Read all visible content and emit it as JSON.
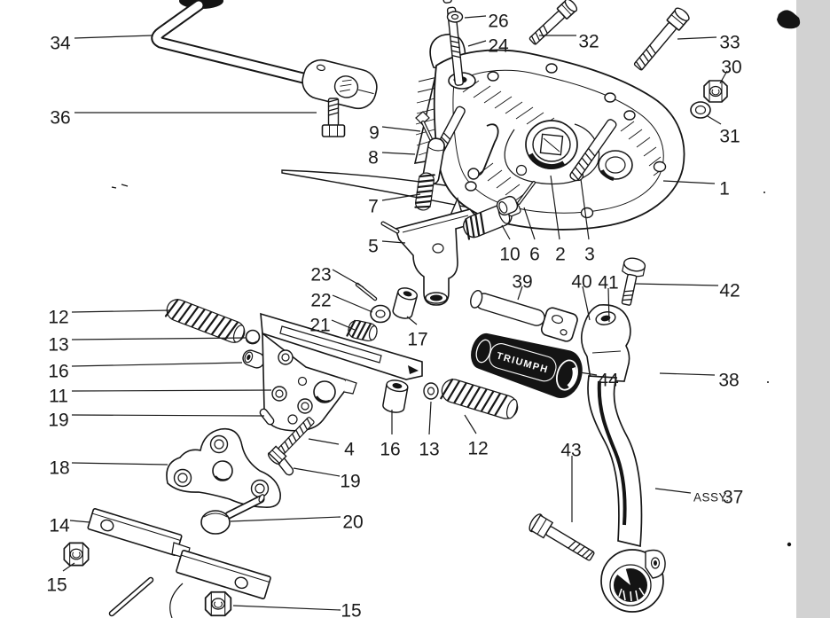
{
  "figure": {
    "kind": "exploded-parts-diagram",
    "brand_on_footrest": "TRIUMPH",
    "colors": {
      "paper": "#ffffff",
      "ink": "#161616",
      "scan_strip": "#d2d2d2",
      "rubber": "#141414"
    }
  },
  "callouts": {
    "c34": "34",
    "c36": "36",
    "c26": "26",
    "c24": "24",
    "c32": "32",
    "c33": "33",
    "c30": "30",
    "c31": "31",
    "c1": "1",
    "c9": "9",
    "c8": "8",
    "c7": "7",
    "c5": "5",
    "c10": "10",
    "c6": "6",
    "c2": "2",
    "c3": "3",
    "c23": "23",
    "c22": "22",
    "c21": "21",
    "c17": "17",
    "c12a": "12",
    "c13a": "13",
    "c16a": "16",
    "c11": "11",
    "c19a": "19",
    "c18": "18",
    "c14": "14",
    "c15a": "15",
    "c4": "4",
    "c16b": "16",
    "c13b": "13",
    "c12b": "12",
    "c19b": "19",
    "c20": "20",
    "c15b": "15",
    "c39": "39",
    "c40": "40",
    "c41": "41",
    "c42": "42",
    "c44": "44",
    "c38": "38",
    "c43": "43",
    "assy_prefix": "ASSY.",
    "assy_number": "37"
  }
}
